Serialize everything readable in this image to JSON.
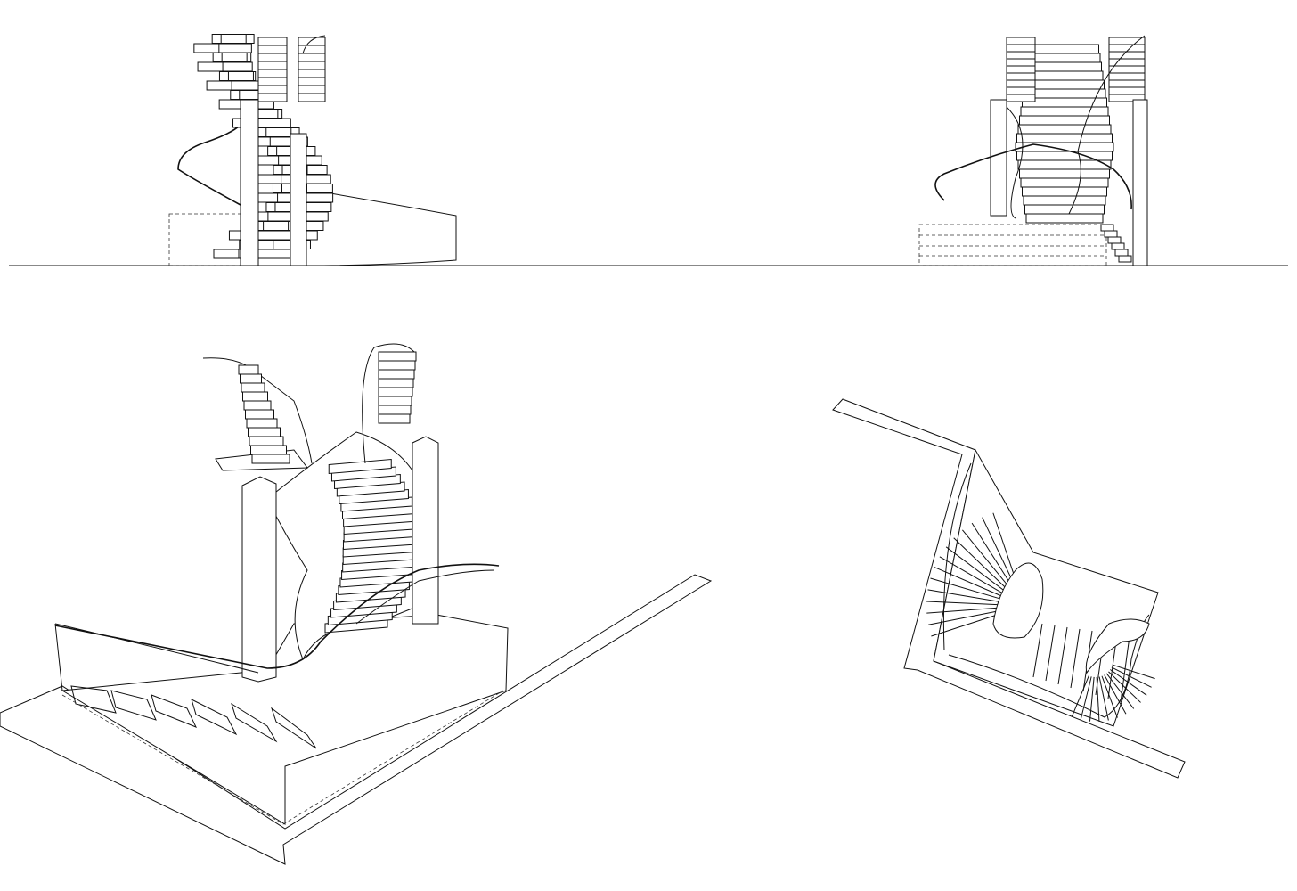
{
  "drawing": {
    "views": [
      "front-elevation",
      "side-elevation",
      "axonometric",
      "plan"
    ],
    "colors": {
      "background": "#ffffff",
      "line": "#111111"
    }
  }
}
